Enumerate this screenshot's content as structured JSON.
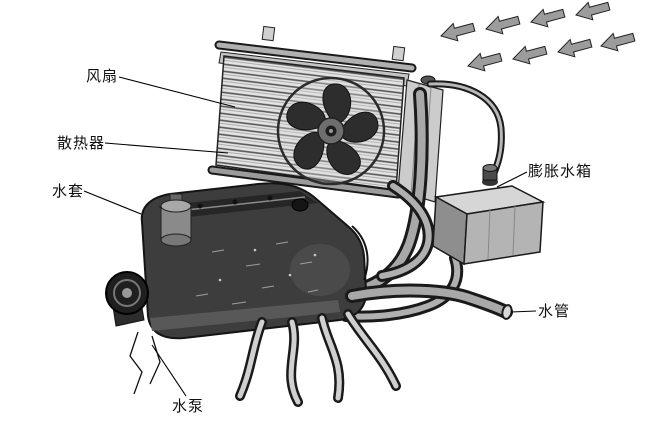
{
  "figure": {
    "title": "engine-cooling-system-illustration",
    "labels": {
      "fan": "风扇",
      "radiator": "散热器",
      "water_jacket": "水套",
      "expansion_tank": "膨胀水箱",
      "water_pipe": "水管",
      "water_pump": "水泵"
    },
    "colors": {
      "background": "#ffffff",
      "ink": "#111111",
      "metal_dark": "#3d3d3d",
      "metal_mid": "#8e8e8e",
      "metal_light": "#d6d6d6"
    }
  }
}
